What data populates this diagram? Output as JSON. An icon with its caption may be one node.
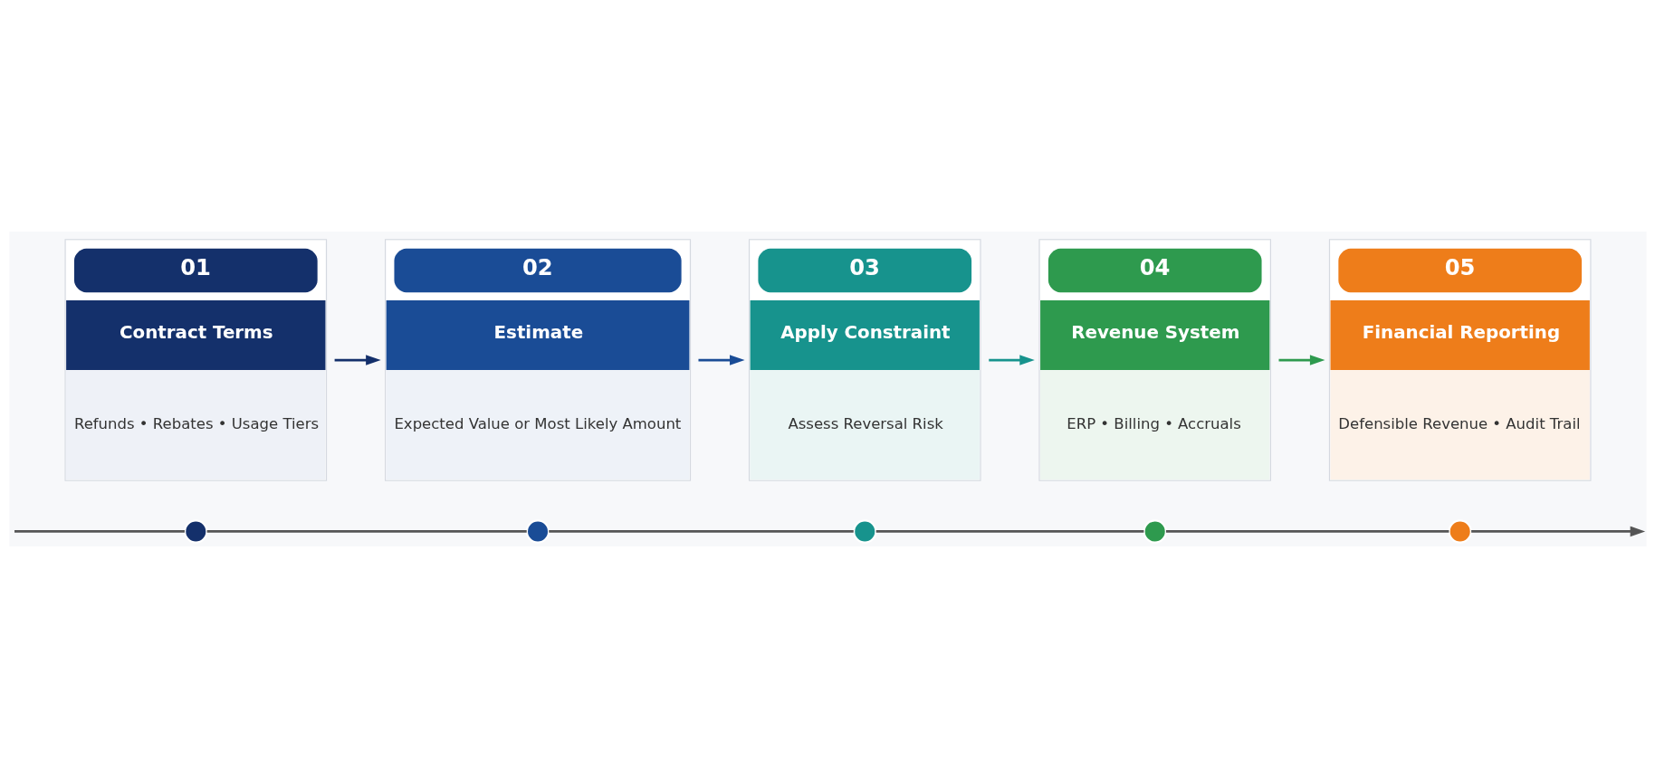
{
  "diagram": {
    "nodes": [
      {
        "text": [
          "01",
          "Contract Terms",
          "Refunds • Rebates • Usage Tiers"
        ]
      },
      {
        "text": [
          "02",
          "Estimate",
          "Expected Value or Most Likely Amount"
        ]
      },
      {
        "text": [
          "03",
          "Apply Constraint",
          "Assess Reversal Risk"
        ]
      },
      {
        "text": [
          "04",
          "Revenue System",
          "ERP • Billing • Accruals"
        ]
      },
      {
        "text": [
          "05",
          "Financial Reporting",
          "Defensible Revenue • Audit Trail"
        ]
      },
      {
        "text": [],
        "shape": "circle"
      },
      {
        "text": [],
        "shape": "circle"
      },
      {
        "text": [],
        "shape": "circle"
      },
      {
        "text": [],
        "shape": "circle"
      },
      {
        "text": [],
        "shape": "circle"
      }
    ],
    "edges": [
      {
        "from": 0,
        "to": 1,
        "arrow": "to",
        "color": "#14306b"
      },
      {
        "from": 1,
        "to": 2,
        "arrow": "to",
        "color": "#1a4c96"
      },
      {
        "from": 2,
        "to": 3,
        "arrow": "to",
        "color": "#17938d"
      },
      {
        "from": 3,
        "to": 4,
        "arrow": "to",
        "color": "#2e9a4e"
      },
      {
        "from": null,
        "to": 5,
        "arrow": "none"
      },
      {
        "from": 5,
        "to": 6,
        "arrow": "none"
      },
      {
        "from": 6,
        "to": 7,
        "arrow": "none"
      },
      {
        "from": 7,
        "to": 8,
        "arrow": "none"
      },
      {
        "from": 8,
        "to": 9,
        "arrow": "none"
      },
      {
        "from": 9,
        "to": null,
        "arrow": "to"
      }
    ]
  }
}
